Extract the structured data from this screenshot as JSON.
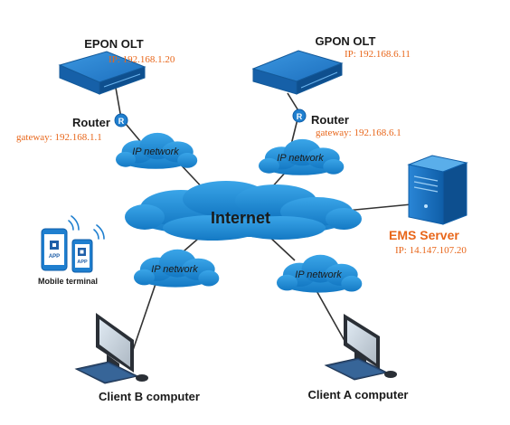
{
  "colors": {
    "cloud": "#1e8fd6",
    "cloud_edge": "#0f6fb3",
    "device_blue": "#1f7fcf",
    "line": "#333333",
    "accent_orange": "#e8661a",
    "text_dark": "#1a1a1a"
  },
  "nodes": {
    "epon_olt": {
      "label": "EPON OLT",
      "ip": "IP: 192.168.1.20"
    },
    "gpon_olt": {
      "label": "GPON OLT",
      "ip": "IP: 192.168.6.11"
    },
    "router_left": {
      "label": "Router",
      "gateway": "gateway: 192.168.1.1",
      "icon_letter": "R"
    },
    "router_right": {
      "label": "Router",
      "gateway": "gateway: 192.168.6.1",
      "icon_letter": "R"
    },
    "internet": {
      "label": "Internet"
    },
    "ip_network_top_left": {
      "label": "IP network"
    },
    "ip_network_top_right": {
      "label": "IP network"
    },
    "ip_network_bottom_left": {
      "label": "IP network"
    },
    "ip_network_bottom_right": {
      "label": "IP network"
    },
    "ems_server": {
      "label": "EMS Server",
      "ip": "IP: 14.147.107.20"
    },
    "mobile_terminal": {
      "label": "Mobile terminal",
      "app_label": "APP"
    },
    "client_b": {
      "label": "Client B computer"
    },
    "client_a": {
      "label": "Client A computer"
    }
  },
  "icons": {
    "olt": "olt-device-icon",
    "router": "router-icon",
    "server": "server-tower-icon",
    "computer": "desktop-computer-icon",
    "phone": "smartphone-icon",
    "wifi": "wifi-signal-icon",
    "cloud": "cloud-icon"
  }
}
